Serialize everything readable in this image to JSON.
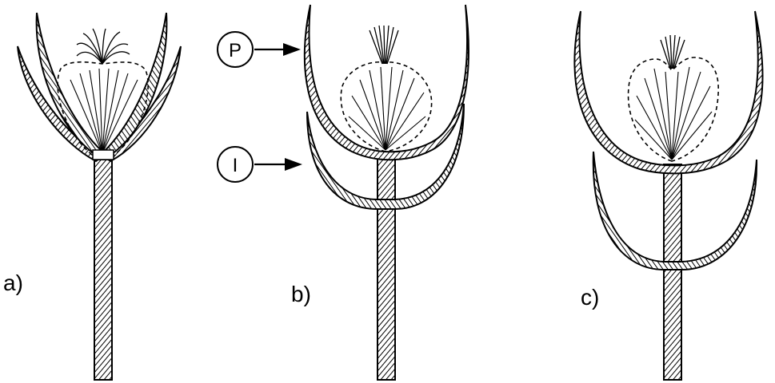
{
  "figure": {
    "panels": [
      {
        "label": "a)"
      },
      {
        "label": "b)"
      },
      {
        "label": "c)"
      }
    ],
    "callouts": [
      {
        "letter": "P"
      },
      {
        "letter": "I"
      }
    ]
  }
}
